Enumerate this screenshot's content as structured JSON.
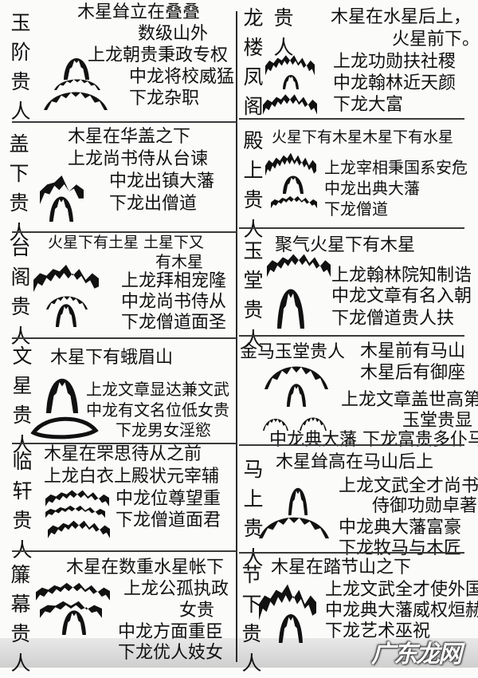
{
  "left": [
    {
      "title": "玉阶贵人",
      "lines": [
        "木星耸立在叠叠",
        "数级山外",
        "上龙朝贵秉政专权",
        "中龙将校威猛",
        "下龙杂职"
      ]
    },
    {
      "title": "盖下贵人",
      "lines": [
        "木星在华盖之下",
        "上龙尚书侍从台谏",
        "中龙出镇大藩",
        "下龙出僧道"
      ]
    },
    {
      "title": "台阁贵人",
      "lines": [
        "火星下有土星 土星下又",
        "有木星",
        "上龙拜相宠隆",
        "中龙尚书侍从",
        "下龙僧道面圣"
      ]
    },
    {
      "title": "文星贵人",
      "lines": [
        "木星下有蛾眉山",
        "上龙文章显达兼文武",
        "中龙有文名位低女贵",
        "下龙男女淫慾"
      ]
    },
    {
      "title": "临轩贵人",
      "lines": [
        "木星在罘思待从之前",
        "上龙白衣上殿状元宰辅",
        "中龙位尊望重",
        "下龙僧道面君"
      ]
    },
    {
      "title": "簾幕贵人",
      "lines": [
        "木星在数重水星帐下",
        "上龙公孤执政",
        "女贵",
        "中龙方面重臣",
        "下龙优人妓女"
      ]
    }
  ],
  "right": [
    {
      "title": "龙楼凤阁",
      "title2": "贵人",
      "lines": [
        "木星在水星后上，",
        "火星前下。",
        "上龙功勋扶社稷",
        "中龙翰林近天颜",
        "下龙大富"
      ]
    },
    {
      "title": "殿上贵人",
      "lines": [
        "火星下有木星木星下有水星",
        "上龙宰相秉国系安危",
        "中龙出典大藩",
        "下龙僧道"
      ]
    },
    {
      "title": "玉堂贵人",
      "lines": [
        "聚气火星下有木星",
        "上龙翰林院知制诰",
        "中龙文章有名入朝",
        "下龙僧道贵人扶"
      ]
    },
    {
      "title": "金马玉堂贵人",
      "lines": [
        "木星前有马山",
        "木星后有御座",
        "上龙文章盖世高第",
        "玉堂贵显",
        "中龙典大藩  下龙富贵多仆马"
      ]
    },
    {
      "title": "马上贵人",
      "lines": [
        "木星耸高在马山后上",
        "上龙文武全才尚书",
        "侍御功勋卓著.",
        "中龙典大藩富豪",
        "下龙牧马与木匠"
      ]
    },
    {
      "title": "节下贵人",
      "lines": [
        "木星在踏节山之下",
        "上龙文武全才使外国",
        "中龙典大藩威权烜赫",
        "下龙艺术巫祝"
      ]
    }
  ],
  "watermark": "广东龙网",
  "ink_color": "#111111",
  "paper_color": "#fbfbfa"
}
